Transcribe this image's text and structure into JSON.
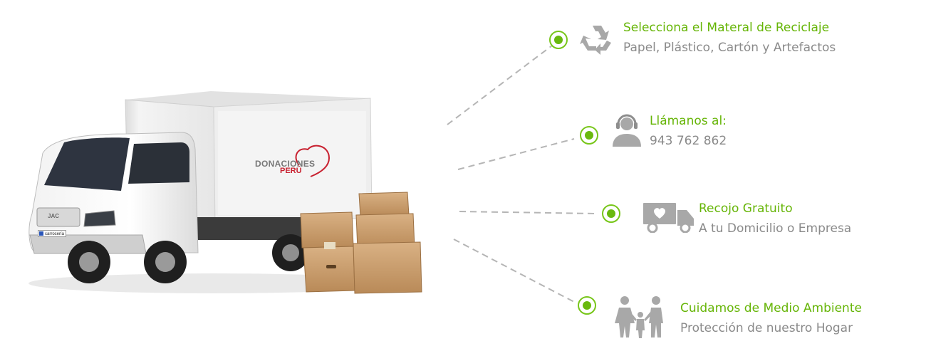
{
  "truck": {
    "brand": "DONACIONES",
    "brand_suffix": "PERÚ",
    "grill_badge": "JAC",
    "plate_text": "carrocería"
  },
  "features": [
    {
      "icon": "recycle-icon",
      "title": "Selecciona el Materal de Reciclaje",
      "subtitle": "Papel, Plástico, Cartón y Artefactos"
    },
    {
      "icon": "support-agent-icon",
      "title": "Llámanos al:",
      "subtitle": "943 762 862"
    },
    {
      "icon": "delivery-truck-icon",
      "title": "Recojo Gratuito",
      "subtitle": "A tu Domicilio o Empresa"
    },
    {
      "icon": "family-icon",
      "title": "Cuidamos de Medio Ambiente",
      "subtitle": "Protección de nuestro Hogar"
    }
  ],
  "colors": {
    "accent": "#66b507",
    "subtitle": "#8a8a8a",
    "icon": "#a8a8a8",
    "connector": "#b5b5b5"
  }
}
